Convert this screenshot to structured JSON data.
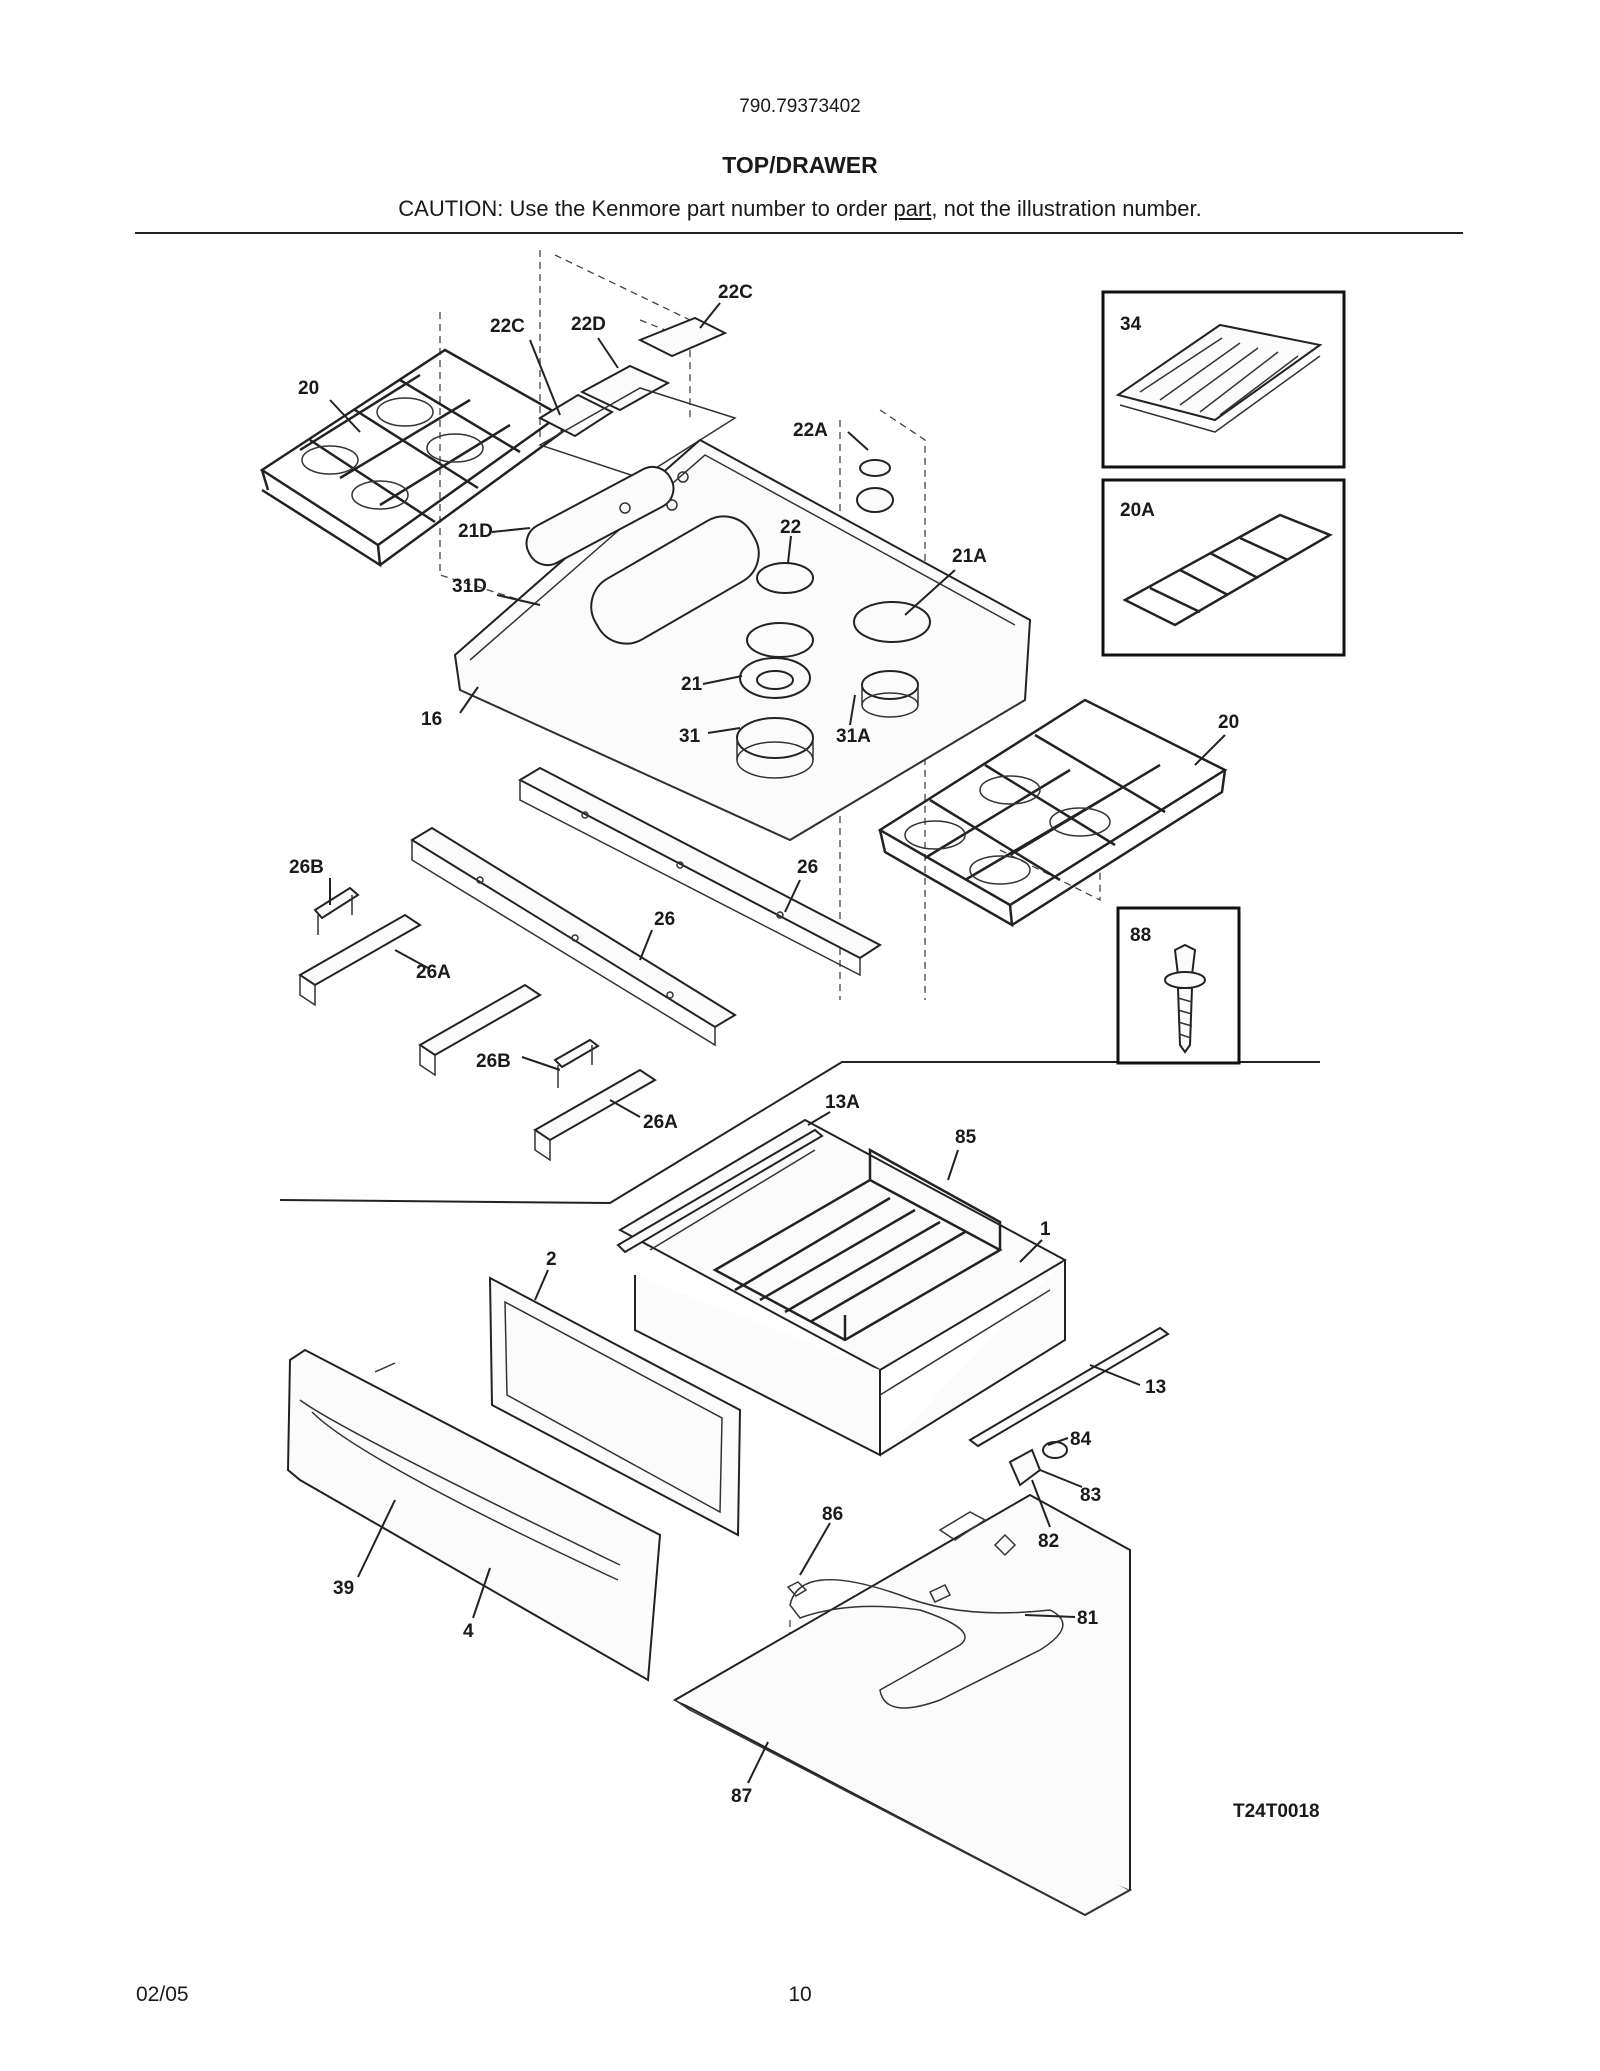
{
  "header": {
    "model_number": "790.79373402",
    "title": "TOP/DRAWER",
    "caution_prefix": "CAUTION: Use the Kenmore part number to order ",
    "caution_underlined": "part",
    "caution_suffix": ", not the illustration number."
  },
  "diagram": {
    "code": "T24T0018",
    "labels": {
      "l22C_a": "22C",
      "l22D": "22D",
      "l22C_b": "22C",
      "l20_a": "20",
      "l22A": "22A",
      "l21D": "21D",
      "l22": "22",
      "l21A": "21A",
      "l31D": "31D",
      "l21": "21",
      "l16": "16",
      "l31": "31",
      "l31A": "31A",
      "l20_b": "20",
      "l26B_a": "26B",
      "l26_a": "26",
      "l26_b": "26",
      "l26A_a": "26A",
      "l26B_b": "26B",
      "l26A_b": "26A",
      "l13A": "13A",
      "l85": "85",
      "l1": "1",
      "l2": "2",
      "l13": "13",
      "l84": "84",
      "l83": "83",
      "l86": "86",
      "l82": "82",
      "l39": "39",
      "l4": "4",
      "l81": "81",
      "l87": "87"
    },
    "insets": {
      "i34": "34",
      "i20A": "20A",
      "i88": "88"
    }
  },
  "footer": {
    "date": "02/05",
    "page": "10"
  }
}
